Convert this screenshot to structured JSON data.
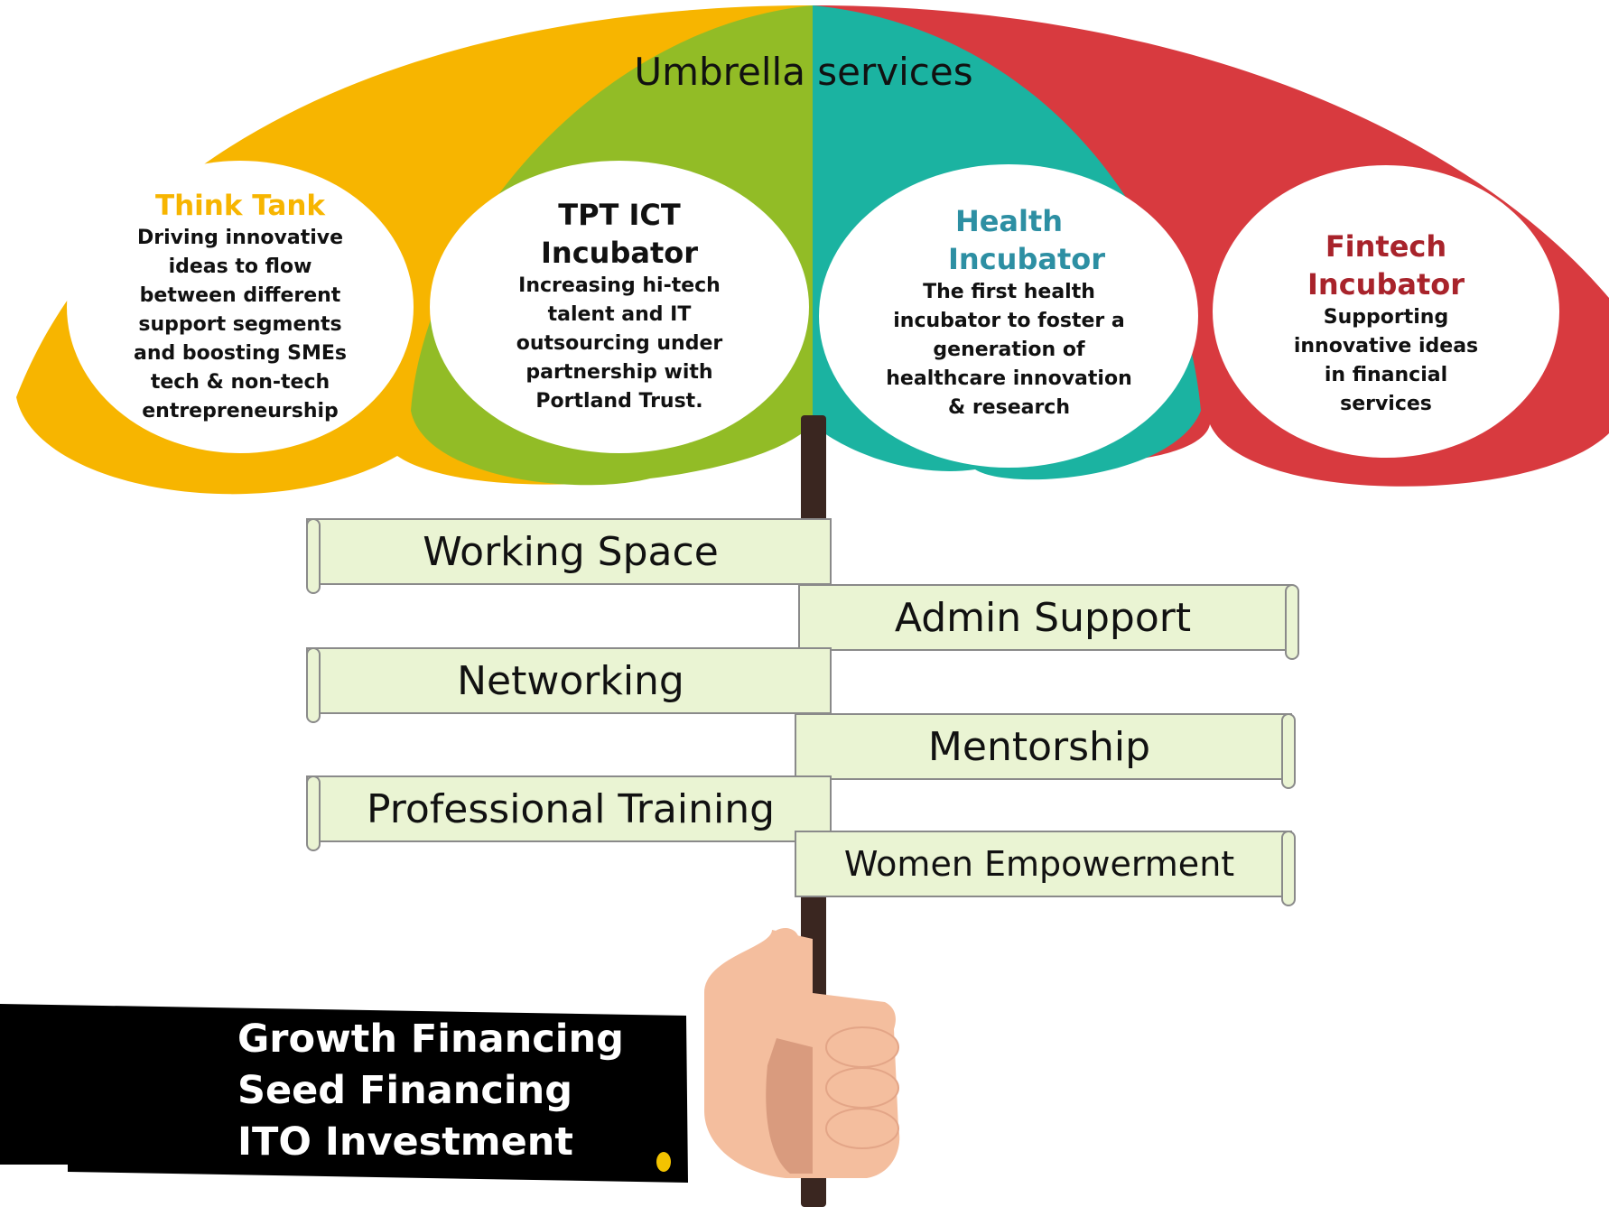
{
  "title": "Umbrella services",
  "colors": {
    "think_tank": "#F7B500",
    "ict": "#92BC26",
    "health": "#1BB3A1",
    "fintech": "#D83A3F",
    "sign_fill": "#EAF4D3",
    "pole": "#3A2620",
    "base_box": "#000000",
    "hand": "#F4BE9E"
  },
  "incubators": [
    {
      "name": "Think Tank",
      "color": "#F7B500",
      "description": "Driving innovative ideas to flow between different support segments and boosting SMEs tech & non-tech entrepreneurship"
    },
    {
      "name": "TPT ICT Incubator",
      "color": "#111111",
      "description": "Increasing hi-tech talent and IT outsourcing under partnership with Portland Trust."
    },
    {
      "name": "Health Incubator",
      "color": "#2D8FA3",
      "description": "The first health incubator to foster a generation of healthcare innovation & research"
    },
    {
      "name": "Fintech Incubator",
      "color": "#A8232B",
      "description": "Supporting innovative ideas in financial services"
    }
  ],
  "signs": [
    "Working Space",
    "Admin Support",
    "Networking",
    "Mentorship",
    "Professional Training",
    "Women Empowerment"
  ],
  "financing": [
    "Growth Financing",
    "Seed Financing",
    "ITO Investment"
  ]
}
